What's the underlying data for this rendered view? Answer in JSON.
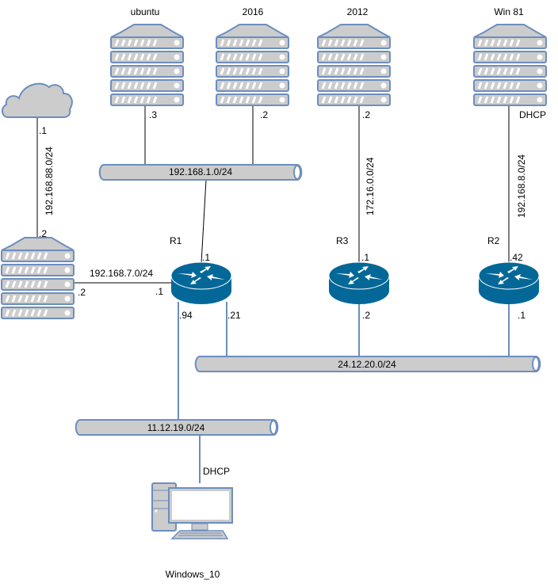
{
  "colors": {
    "device_fill": "#cccccc",
    "device_stroke": "#6c8ebf",
    "router_fill": "#036897",
    "link_line": "#000000",
    "blue_link": "#6c8ebf"
  },
  "servers": [
    {
      "id": "ubuntu",
      "label": "ubuntu",
      "ip": ".3",
      "icon": "server-icon"
    },
    {
      "id": "2016",
      "label": "2016",
      "ip": ".2",
      "icon": "server-icon"
    },
    {
      "id": "2012",
      "label": "2012",
      "ip": ".2",
      "icon": "server-icon"
    },
    {
      "id": "win81",
      "label": "Win 81",
      "ip": "DHCP",
      "icon": "server-icon"
    }
  ],
  "cloud": {
    "icon": "cloud-icon",
    "ip": ".1"
  },
  "firewall_server": {
    "icon": "server-icon",
    "top_ip": ".2",
    "side_ip": ".2"
  },
  "routers": [
    {
      "id": "R1",
      "label": "R1",
      "icon": "router-icon",
      "ips": {
        "top": ".1",
        "left": ".1",
        "bottom_left": ".94",
        "bottom_right": ".21"
      }
    },
    {
      "id": "R3",
      "label": "R3",
      "icon": "router-icon",
      "ips": {
        "top": ".1",
        "bottom": ".2"
      }
    },
    {
      "id": "R2",
      "label": "R2",
      "icon": "router-icon",
      "ips": {
        "top": ".42",
        "bottom": ".1"
      }
    }
  ],
  "networks": {
    "n1": "192.168.1.0/24",
    "n88": "192.168.88.0/24",
    "n7": "192.168.7.0/24",
    "n172": "172.16.0.0/24",
    "n8": "192.168.8.0/24",
    "n24": "24.12.20.0/24",
    "n11": "11.12.19.0/24"
  },
  "workstation": {
    "label": "Windows_10",
    "ip": "DHCP",
    "icon": "desktop-pc-icon"
  }
}
